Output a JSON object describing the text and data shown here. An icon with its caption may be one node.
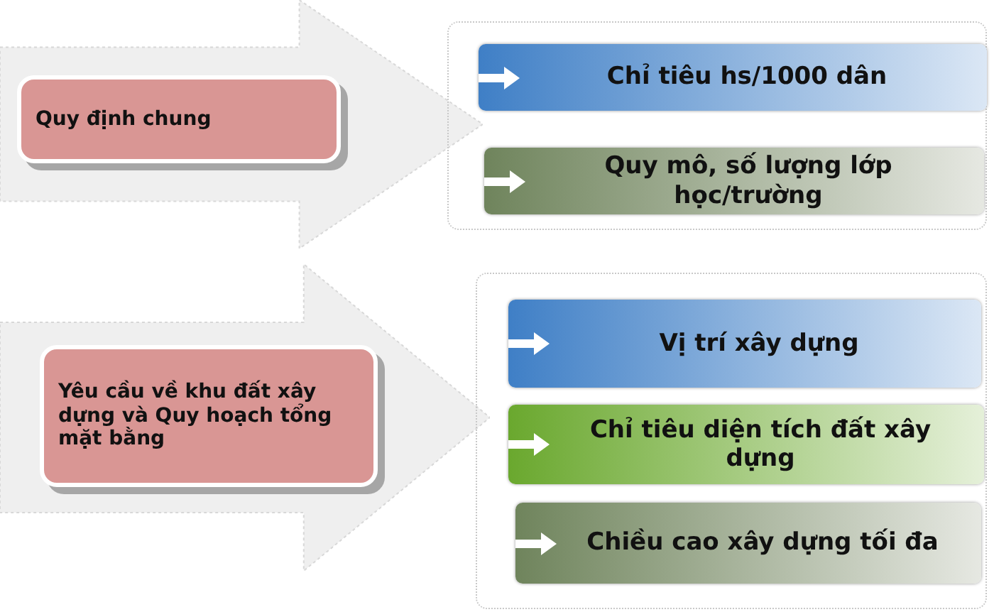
{
  "diagram": {
    "nodes": [
      {
        "text": [],
        "shape": "arrow"
      },
      {
        "text": [
          "Quy định chung"
        ],
        "in": 0
      },
      {
        "text": [],
        "shape": "box"
      },
      {
        "text": [
          "Chỉ tiêu hs/1000 dân"
        ],
        "in": 2
      },
      {
        "text": [
          "Quy mô, số lượng lớp học/trường"
        ],
        "in": 2
      },
      {
        "text": [],
        "shape": "arrow"
      },
      {
        "text": [
          "Yêu cầu về khu đất xây dựng và Quy hoạch tổng mặt bằng"
        ],
        "in": 5
      },
      {
        "text": [],
        "shape": "box"
      },
      {
        "text": [
          "Vị trí xây dựng"
        ],
        "in": 7
      },
      {
        "text": [
          "Chỉ tiêu diện tích đất xây dựng"
        ],
        "in": 7
      },
      {
        "text": [
          "Chiều cao xây dựng tối đa"
        ],
        "in": 7
      }
    ]
  }
}
